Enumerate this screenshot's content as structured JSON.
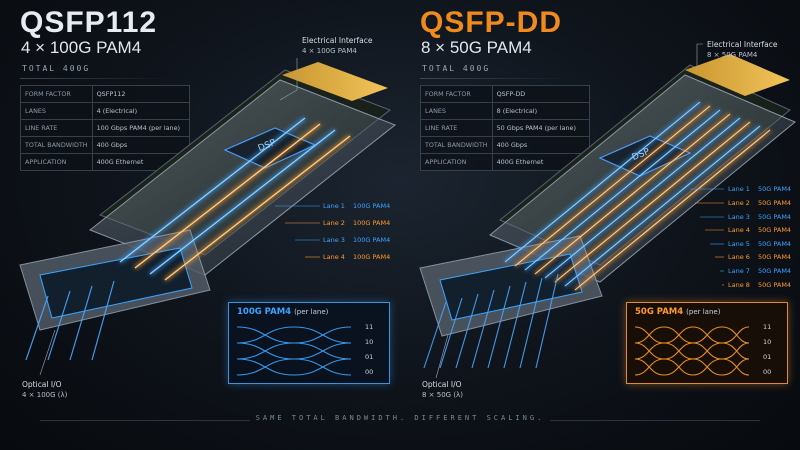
{
  "left": {
    "title": "QSFP112",
    "subtitle": "4 × 100G PAM4",
    "total": "TOTAL 400G",
    "specs": [
      {
        "k": "FORM FACTOR",
        "v": "QSFP112"
      },
      {
        "k": "LANES",
        "v": "4 (Electrical)"
      },
      {
        "k": "LINE RATE",
        "v": "100 Gbps PAM4 (per lane)"
      },
      {
        "k": "TOTAL BANDWIDTH",
        "v": "400 Gbps"
      },
      {
        "k": "APPLICATION",
        "v": "400G Ethernet"
      }
    ],
    "electrical_title": "Electrical Interface",
    "electrical_sub": "4 × 100G PAM4",
    "chip": "DSP",
    "lanes": [
      {
        "name": "Lane 1",
        "rate": "100G PAM4",
        "color": "#3aa4ff"
      },
      {
        "name": "Lane 2",
        "rate": "100G PAM4",
        "color": "#ff9a2a"
      },
      {
        "name": "Lane 3",
        "rate": "100G PAM4",
        "color": "#3aa4ff"
      },
      {
        "name": "Lane 4",
        "rate": "100G PAM4",
        "color": "#ff9a2a"
      }
    ],
    "eye_title": "100G PAM4",
    "eye_per_lane": "(per lane)",
    "optical_title": "Optical I/O",
    "optical_sub": "4 × 100G (λ)"
  },
  "right": {
    "title": "QSFP-DD",
    "subtitle": "8 × 50G PAM4",
    "total": "TOTAL 400G",
    "specs": [
      {
        "k": "FORM FACTOR",
        "v": "QSFP-DD"
      },
      {
        "k": "LANES",
        "v": "8 (Electrical)"
      },
      {
        "k": "LINE RATE",
        "v": "50 Gbps PAM4 (per lane)"
      },
      {
        "k": "TOTAL BANDWIDTH",
        "v": "400 Gbps"
      },
      {
        "k": "APPLICATION",
        "v": "400G Ethernet"
      }
    ],
    "electrical_title": "Electrical Interface",
    "electrical_sub": "8 × 50G PAM4",
    "chip": "DSP",
    "lanes": [
      {
        "name": "Lane 1",
        "rate": "50G PAM4",
        "color": "#3aa4ff"
      },
      {
        "name": "Lane 2",
        "rate": "50G PAM4",
        "color": "#ff9a2a"
      },
      {
        "name": "Lane 3",
        "rate": "50G PAM4",
        "color": "#3aa4ff"
      },
      {
        "name": "Lane 4",
        "rate": "50G PAM4",
        "color": "#ff9a2a"
      },
      {
        "name": "Lane 5",
        "rate": "50G PAM4",
        "color": "#3aa4ff"
      },
      {
        "name": "Lane 6",
        "rate": "50G PAM4",
        "color": "#ff9a2a"
      },
      {
        "name": "Lane 7",
        "rate": "50G PAM4",
        "color": "#3aa4ff"
      },
      {
        "name": "Lane 8",
        "rate": "50G PAM4",
        "color": "#ff9a2a"
      }
    ],
    "eye_title": "50G PAM4",
    "eye_per_lane": "(per lane)",
    "optical_title": "Optical I/O",
    "optical_sub": "8 × 50G (λ)"
  },
  "eye_levels": [
    "11",
    "10",
    "01",
    "00"
  ],
  "footer": "SAME TOTAL BANDWIDTH. DIFFERENT SCALING.",
  "colors": {
    "blue": "#3aa4ff",
    "orange": "#ff9a2a"
  }
}
